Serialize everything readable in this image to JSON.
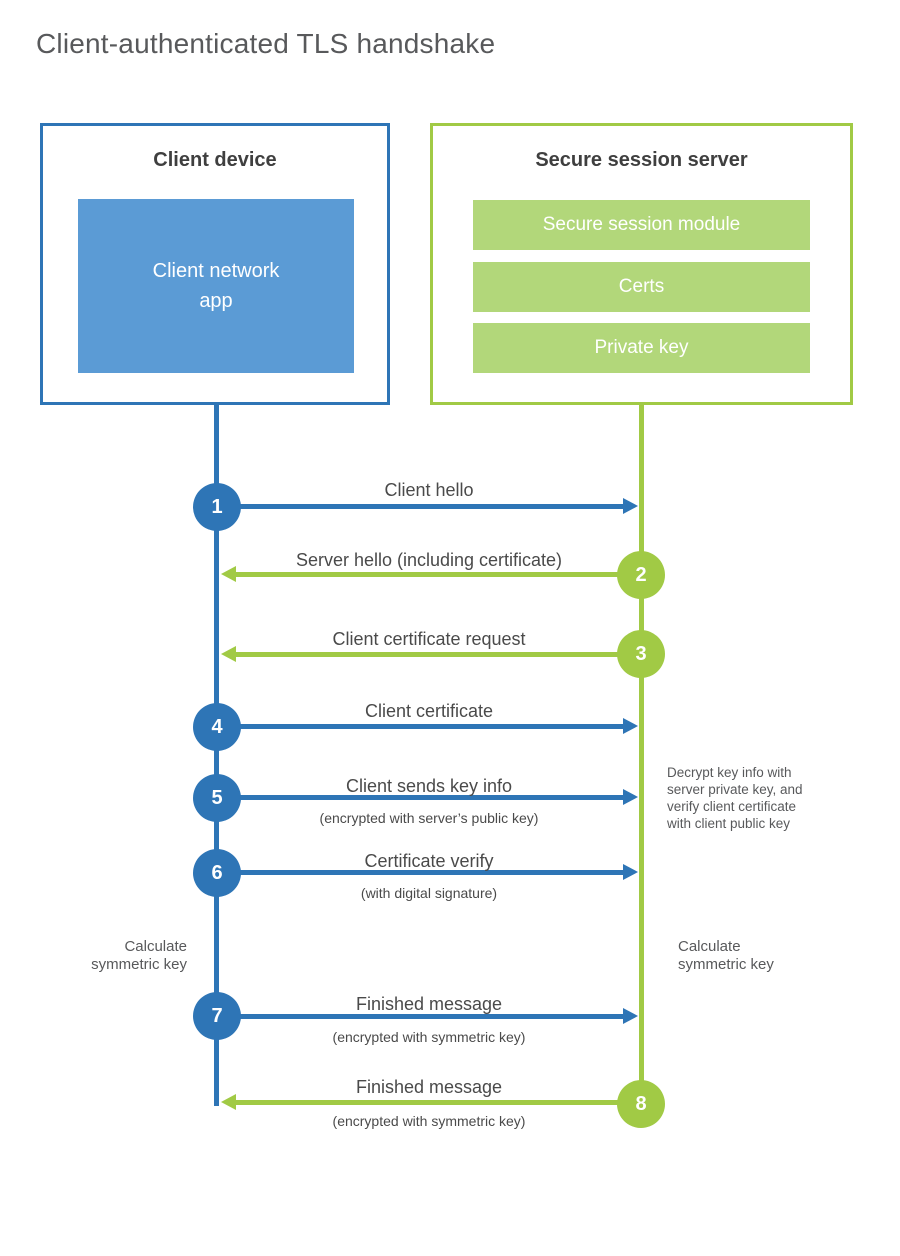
{
  "title": "Client-authenticated TLS handshake",
  "colors": {
    "blue_stroke": "#2e75b6",
    "blue_fill": "#5b9bd5",
    "green_stroke": "#a1ca45",
    "green_fill": "#b2d77a",
    "text_dark": "#3f3f3f",
    "text_gray": "#58595b"
  },
  "client": {
    "title": "Client device",
    "app_label": "Client network app"
  },
  "server": {
    "title": "Secure session server",
    "modules": [
      "Secure session module",
      "Certs",
      "Private key"
    ]
  },
  "messages": [
    {
      "num": "1",
      "label": "Client hello",
      "sub": "",
      "from": "client"
    },
    {
      "num": "2",
      "label": "Server hello (including certificate)",
      "sub": "",
      "from": "server"
    },
    {
      "num": "3",
      "label": "Client certificate request",
      "sub": "",
      "from": "server"
    },
    {
      "num": "4",
      "label": "Client certificate",
      "sub": "",
      "from": "client"
    },
    {
      "num": "5",
      "label": "Client sends key info",
      "sub": "(encrypted with server’s public key)",
      "from": "client"
    },
    {
      "num": "6",
      "label": "Certificate verify",
      "sub": "(with digital signature)",
      "from": "client"
    },
    {
      "num": "7",
      "label": "Finished message",
      "sub": "(encrypted with symmetric key)",
      "from": "client"
    },
    {
      "num": "8",
      "label": "Finished message",
      "sub": "(encrypted with symmetric key)",
      "from": "server"
    }
  ],
  "notes": {
    "decrypt": {
      "lines": [
        "Decrypt key info with",
        "server private key, and",
        "verify client certificate",
        "with client public key"
      ]
    },
    "calc_left": {
      "lines": [
        "Calculate",
        "symmetric key"
      ]
    },
    "calc_right": {
      "lines": [
        "Calculate",
        "symmetric key"
      ]
    }
  }
}
